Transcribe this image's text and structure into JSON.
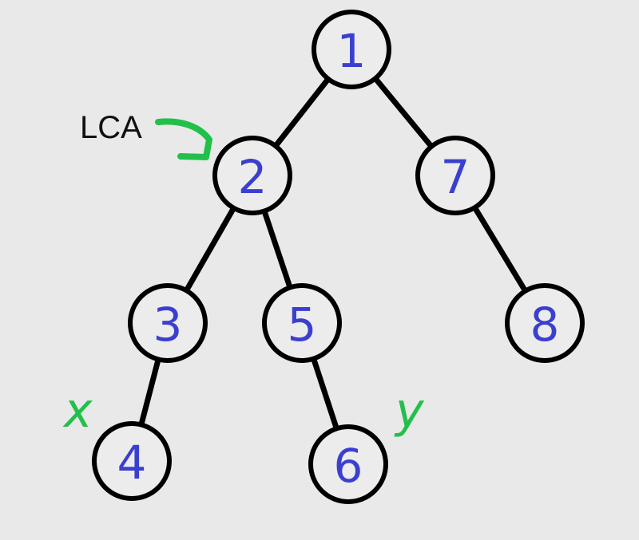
{
  "tree": {
    "nodes": [
      {
        "id": "1",
        "label": "1"
      },
      {
        "id": "2",
        "label": "2"
      },
      {
        "id": "7",
        "label": "7"
      },
      {
        "id": "3",
        "label": "3"
      },
      {
        "id": "5",
        "label": "5"
      },
      {
        "id": "8",
        "label": "8"
      },
      {
        "id": "4",
        "label": "4"
      },
      {
        "id": "6",
        "label": "6"
      }
    ],
    "edges": [
      [
        "1",
        "2"
      ],
      [
        "1",
        "7"
      ],
      [
        "2",
        "3"
      ],
      [
        "2",
        "5"
      ],
      [
        "7",
        "8"
      ],
      [
        "3",
        "4"
      ],
      [
        "5",
        "6"
      ]
    ]
  },
  "annotations": {
    "lca_label": "LCA",
    "lca_target": "2",
    "x_label": "x",
    "x_target": "4",
    "y_label": "y",
    "y_target": "6"
  },
  "colors": {
    "background": "#e9e9e9",
    "edge": "#000000",
    "node_text": "#3b3fd0",
    "annotation": "#22c04a"
  }
}
